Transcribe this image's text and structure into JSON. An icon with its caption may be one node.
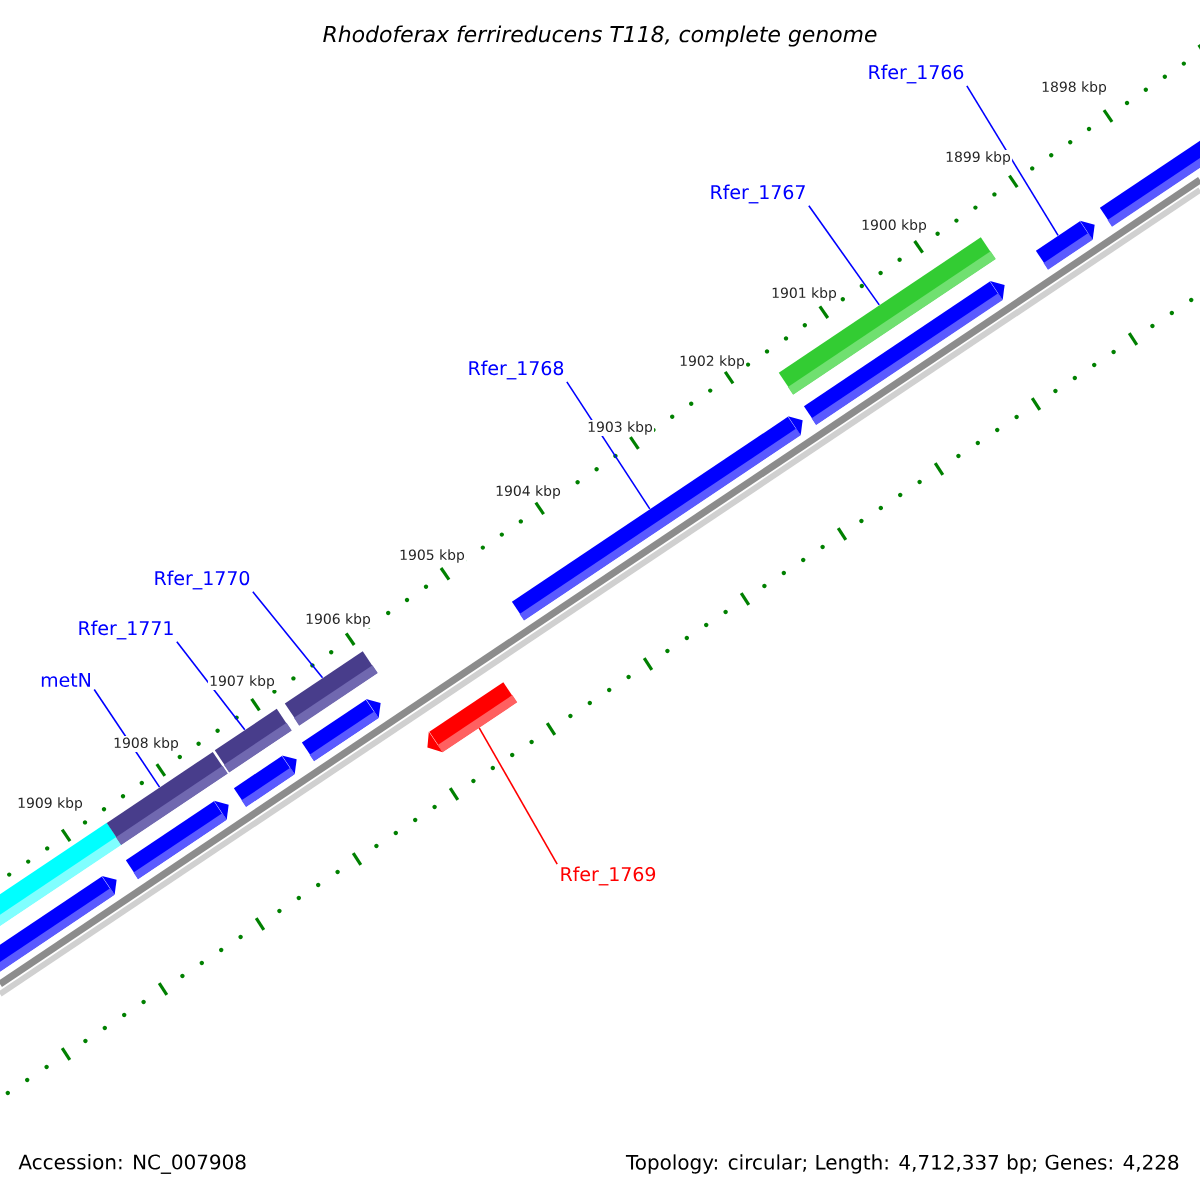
{
  "diagram": {
    "title": "Rhodoferax ferrireducens T118, complete genome",
    "nodes": [
      {
        "text": [
          "Rfer_1766"
        ]
      },
      {
        "text": [
          "Rfer_1767"
        ]
      },
      {
        "text": [
          "Rfer_1768"
        ]
      },
      {
        "text": [
          "Rfer_1770"
        ]
      },
      {
        "text": [
          "Rfer_1771"
        ]
      },
      {
        "text": [
          "metN"
        ]
      },
      {
        "text": [
          "Rfer_1769"
        ]
      },
      {
        "text": [],
        "shape": "bar"
      },
      {
        "text": [],
        "shape": "bar"
      },
      {
        "text": [],
        "shape": "bar"
      },
      {
        "text": [],
        "shape": "bar"
      },
      {
        "text": [],
        "shape": "bar"
      },
      {
        "text": [],
        "shape": "bar"
      },
      {
        "text": [],
        "shape": "bar"
      },
      {
        "text": [],
        "shape": "bar"
      },
      {
        "text": [],
        "shape": "bar"
      },
      {
        "text": [],
        "shape": "bar"
      },
      {
        "text": [],
        "shape": "bar"
      },
      {
        "text": [],
        "shape": "bar"
      },
      {
        "text": [],
        "shape": "bar"
      },
      {
        "text": [],
        "shape": "bar"
      }
    ],
    "edges": [
      {
        "from": 0,
        "to": 19,
        "arrow": "none"
      },
      {
        "from": 1,
        "to": 17,
        "arrow": "none"
      },
      {
        "from": 2,
        "to": 16,
        "arrow": "none"
      },
      {
        "from": 3,
        "to": 13,
        "arrow": "none"
      },
      {
        "from": 4,
        "to": 11,
        "arrow": "none"
      },
      {
        "from": 5,
        "to": 9,
        "arrow": "none"
      },
      {
        "from": 6,
        "to": 15,
        "arrow": "none",
        "color": "#ff0000"
      }
    ],
    "labels": [
      "1898 kbp",
      "1899 kbp",
      "1900 kbp",
      "1901 kbp",
      "1902 kbp",
      "1903 kbp",
      "1904 kbp",
      "1905 kbp",
      "1906 kbp",
      "1907 kbp",
      "1908 kbp",
      "1909 kbp",
      "Accession: NC_007908",
      "Topology: circular; Length: 4,712,337 bp; Genes: 4,228"
    ]
  }
}
